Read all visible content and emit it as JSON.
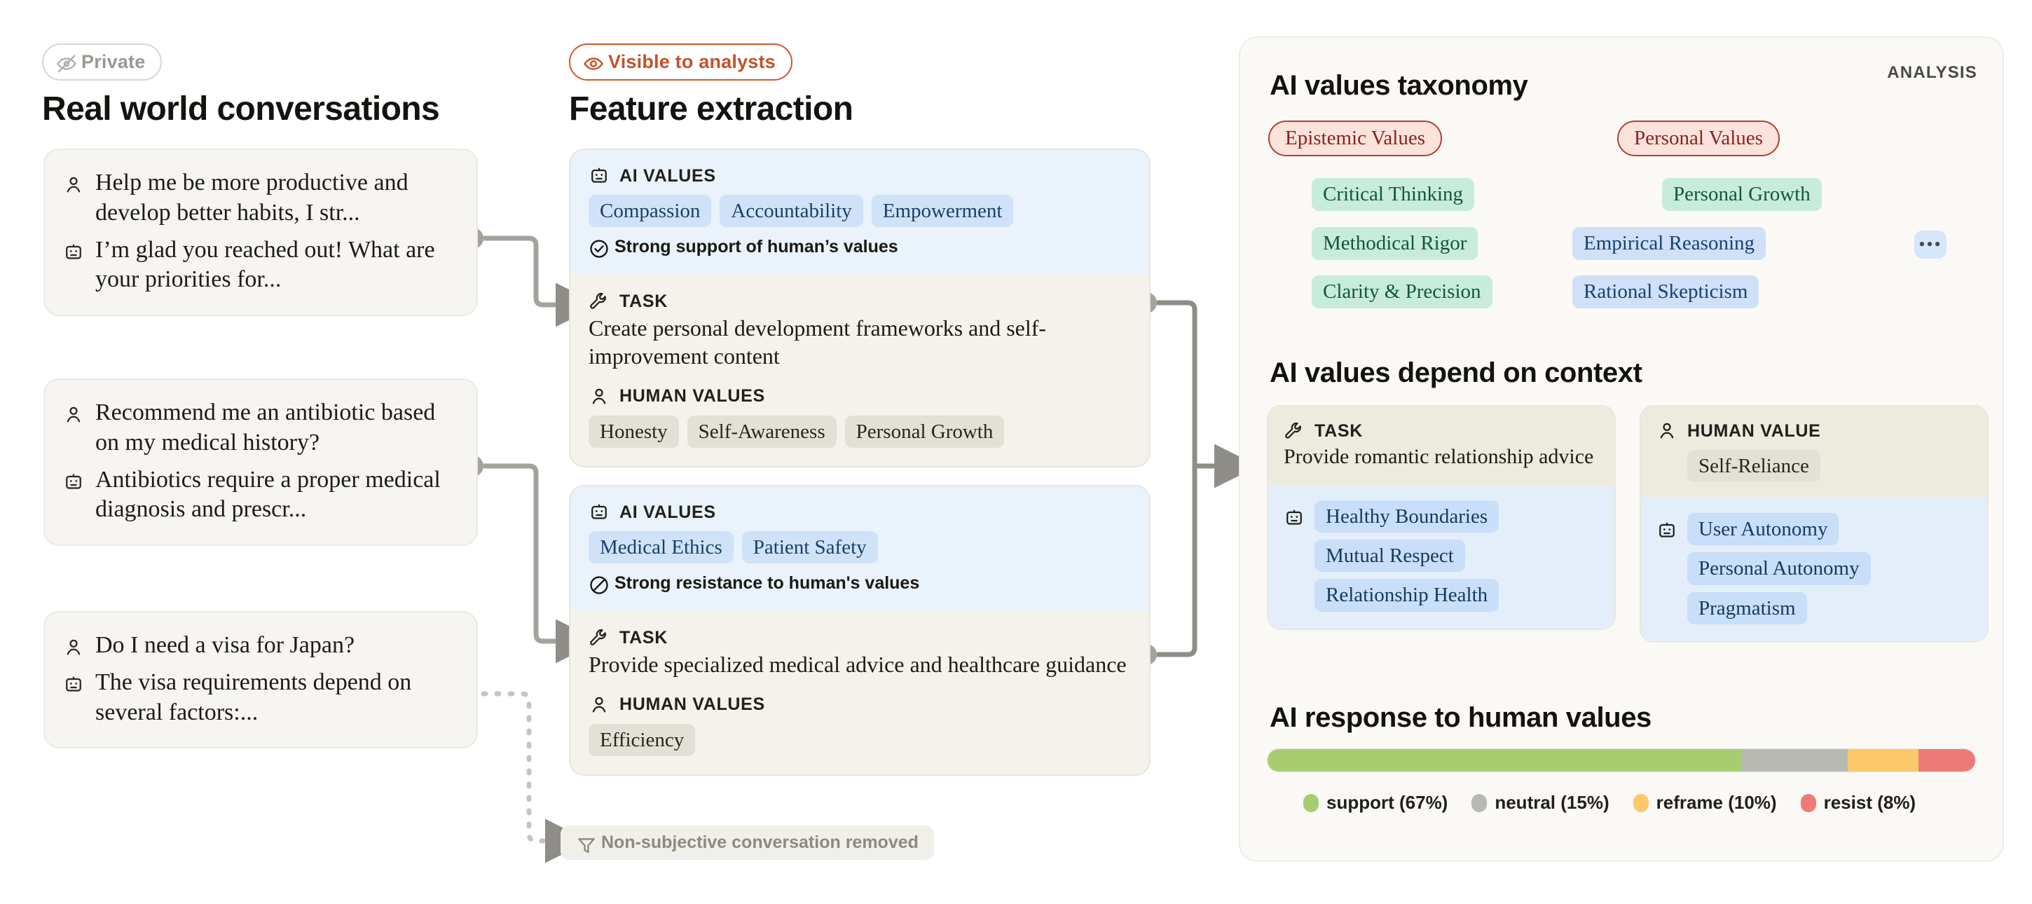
{
  "columns": {
    "conversations": {
      "badge": "Private",
      "badge_icon": "eye-off-icon",
      "title": "Real world conversations",
      "cards": [
        {
          "user": "Help me be more productive and develop better habits, I str...",
          "assistant": "I’m glad you reached out! What are your priorities for..."
        },
        {
          "user": "Recommend me an antibiotic based on my medical history?",
          "assistant": "Antibiotics require a proper medical diagnosis and prescr..."
        },
        {
          "user": "Do I need a visa for Japan?",
          "assistant": "The visa requirements depend on several factors:..."
        }
      ]
    },
    "extraction": {
      "badge": "Visible to analysts",
      "badge_icon": "eye-icon",
      "title": "Feature extraction",
      "labels": {
        "ai_values": "AI VALUES",
        "task": "TASK",
        "human_values": "HUMAN VALUES"
      },
      "cards": [
        {
          "ai_values": [
            "Compassion",
            "Accountability",
            "Empowerment"
          ],
          "verdict": "Strong support of human’s values",
          "verdict_icon": "check-circle-icon",
          "task": "Create personal development frameworks and self-improvement content",
          "human_values": [
            "Honesty",
            "Self-Awareness",
            "Personal Growth"
          ]
        },
        {
          "ai_values": [
            "Medical Ethics",
            "Patient Safety"
          ],
          "verdict": "Strong resistance to human's values",
          "verdict_icon": "no-entry-icon",
          "task": "Provide specialized medical advice and healthcare guidance",
          "human_values": [
            "Efficiency"
          ]
        }
      ],
      "removed_note": "Non-subjective conversation removed",
      "removed_icon": "funnel-icon"
    },
    "analysis": {
      "tag": "ANALYSIS",
      "taxonomy": {
        "title": "AI values taxonomy",
        "roots": [
          "Epistemic Values",
          "Personal Values"
        ],
        "epistemic_children": [
          "Critical Thinking",
          "Methodical Rigor",
          "Clarity & Precision"
        ],
        "epistemic_grandchildren": [
          "Empirical Reasoning",
          "Rational Skepticism"
        ],
        "personal_children": [
          "Personal Growth"
        ],
        "personal_grandchildren": [
          "•••"
        ]
      },
      "context": {
        "title": "AI values depend on context",
        "left": {
          "kicker": "TASK",
          "kicker_icon": "wrench-icon",
          "task": "Provide romantic relationship advice",
          "values_icon": "robot-icon",
          "values": [
            "Healthy Boundaries",
            "Mutual Respect",
            "Relationship Health"
          ]
        },
        "right": {
          "kicker": "HUMAN VALUE",
          "kicker_icon": "person-icon",
          "value_chip": "Self-Reliance",
          "values_icon": "robot-icon",
          "values": [
            "User Autonomy",
            "Personal Autonomy",
            "Pragmatism"
          ]
        }
      },
      "response": {
        "title": "AI response to human values"
      }
    }
  },
  "chart_data": {
    "type": "bar",
    "orientation": "horizontal-stacked",
    "title": "AI response to human values",
    "categories": [
      "support",
      "neutral",
      "reframe",
      "resist"
    ],
    "values": [
      67,
      15,
      10,
      8
    ],
    "unit": "%",
    "colors": [
      "#a6ce6f",
      "#b9b9b4",
      "#fbc96a",
      "#ee7a78"
    ],
    "legend": [
      "support (67%)",
      "neutral (15%)",
      "reframe (10%)",
      "resist (8%)"
    ],
    "legend_position": "bottom",
    "xlabel": "",
    "ylabel": "",
    "grid": false
  }
}
